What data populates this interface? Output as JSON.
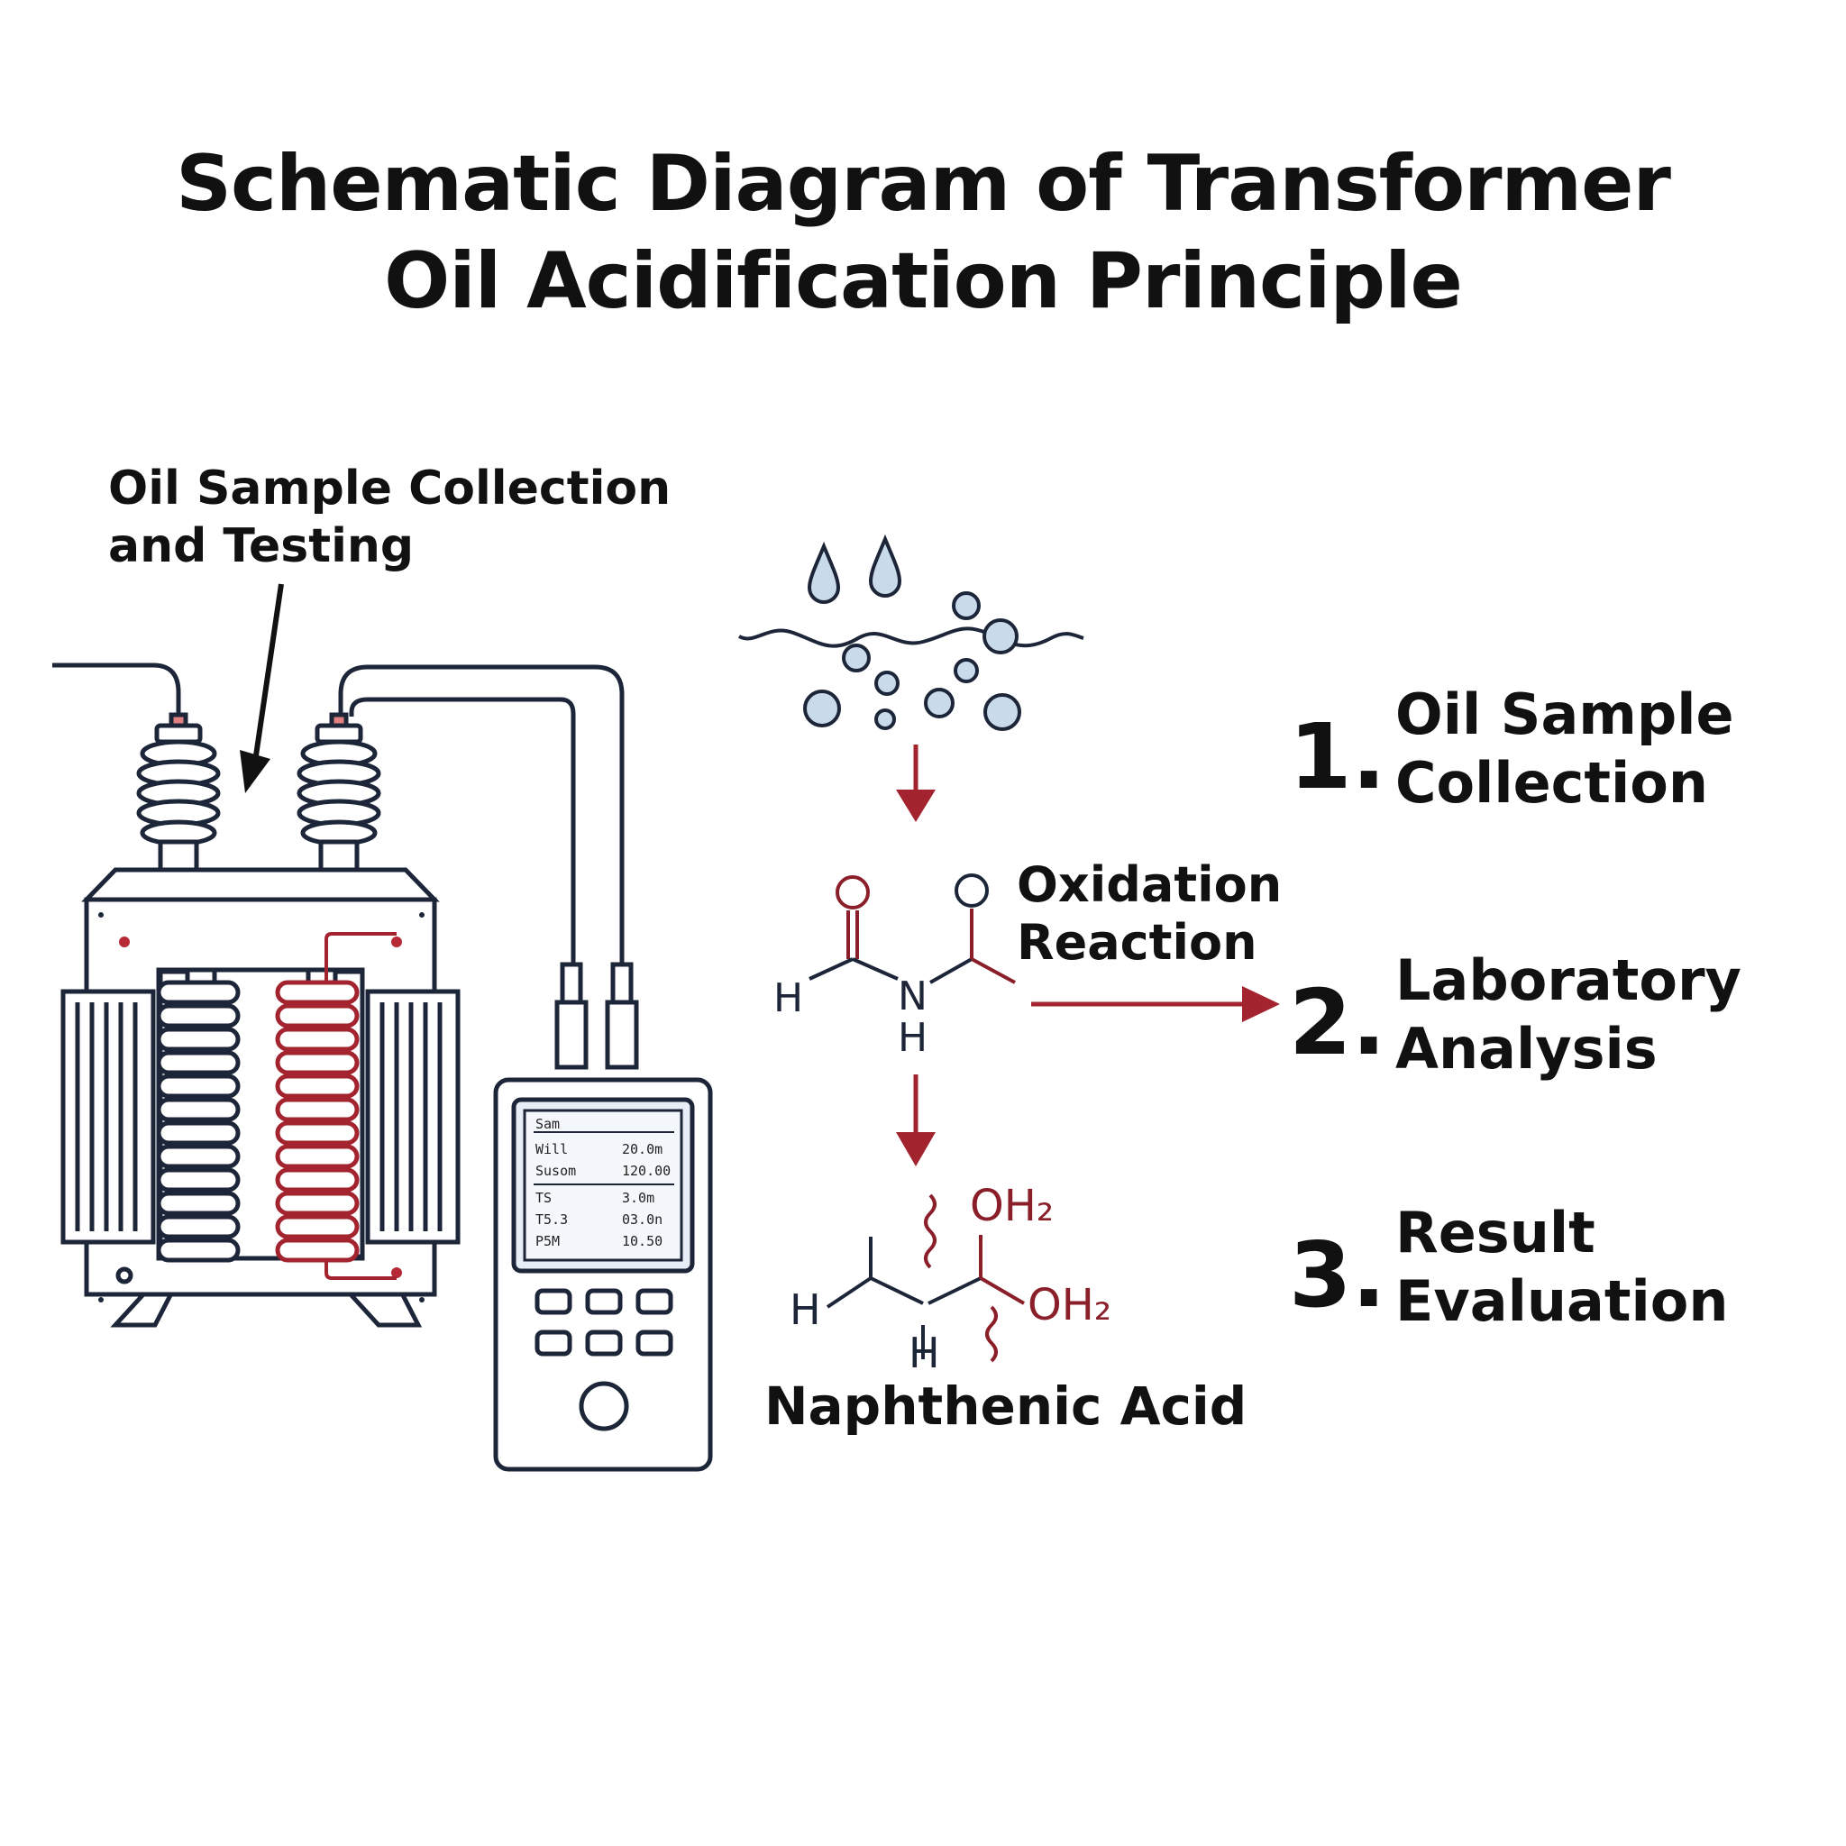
{
  "title": {
    "line1": "Schematic Diagram of Transformer",
    "line2": "Oil Acidification Principle"
  },
  "callout": {
    "line1": "Oil Sample Collection",
    "line2": "and Testing"
  },
  "reaction": {
    "label_line1": "Oxidation",
    "label_line2": "Reaction",
    "product_label": "Naphthenic Acid",
    "molecule_top": {
      "o1": "O",
      "o2": "O",
      "h_left": "H",
      "n": "N",
      "h_bottom": "H"
    },
    "molecule_bottom": {
      "oh2_top": "OH₂",
      "oh2_right": "OH₂",
      "h_left": "H",
      "h_bottom": "H"
    }
  },
  "steps": [
    {
      "number": "1.",
      "line1": "Oil Sample",
      "line2": "Collection"
    },
    {
      "number": "2.",
      "line1": "Laboratory",
      "line2": "Analysis"
    },
    {
      "number": "3.",
      "line1": "Result",
      "line2": "Evaluation"
    }
  ],
  "meter": {
    "rows": [
      {
        "label": "Sam",
        "value": ""
      },
      {
        "label": "Will",
        "value": "20.0m"
      },
      {
        "label": "Susom",
        "value": "120.00"
      },
      {
        "label": "TS",
        "value": "3.0m"
      },
      {
        "label": "T5.3",
        "value": "03.0n"
      },
      {
        "label": "P5M",
        "value": "10.50"
      }
    ]
  },
  "colors": {
    "ink": "#1c2638",
    "accent_red": "#a3232e",
    "molecule_red": "#8a1f2a",
    "bubble_fill": "#c9daea"
  }
}
